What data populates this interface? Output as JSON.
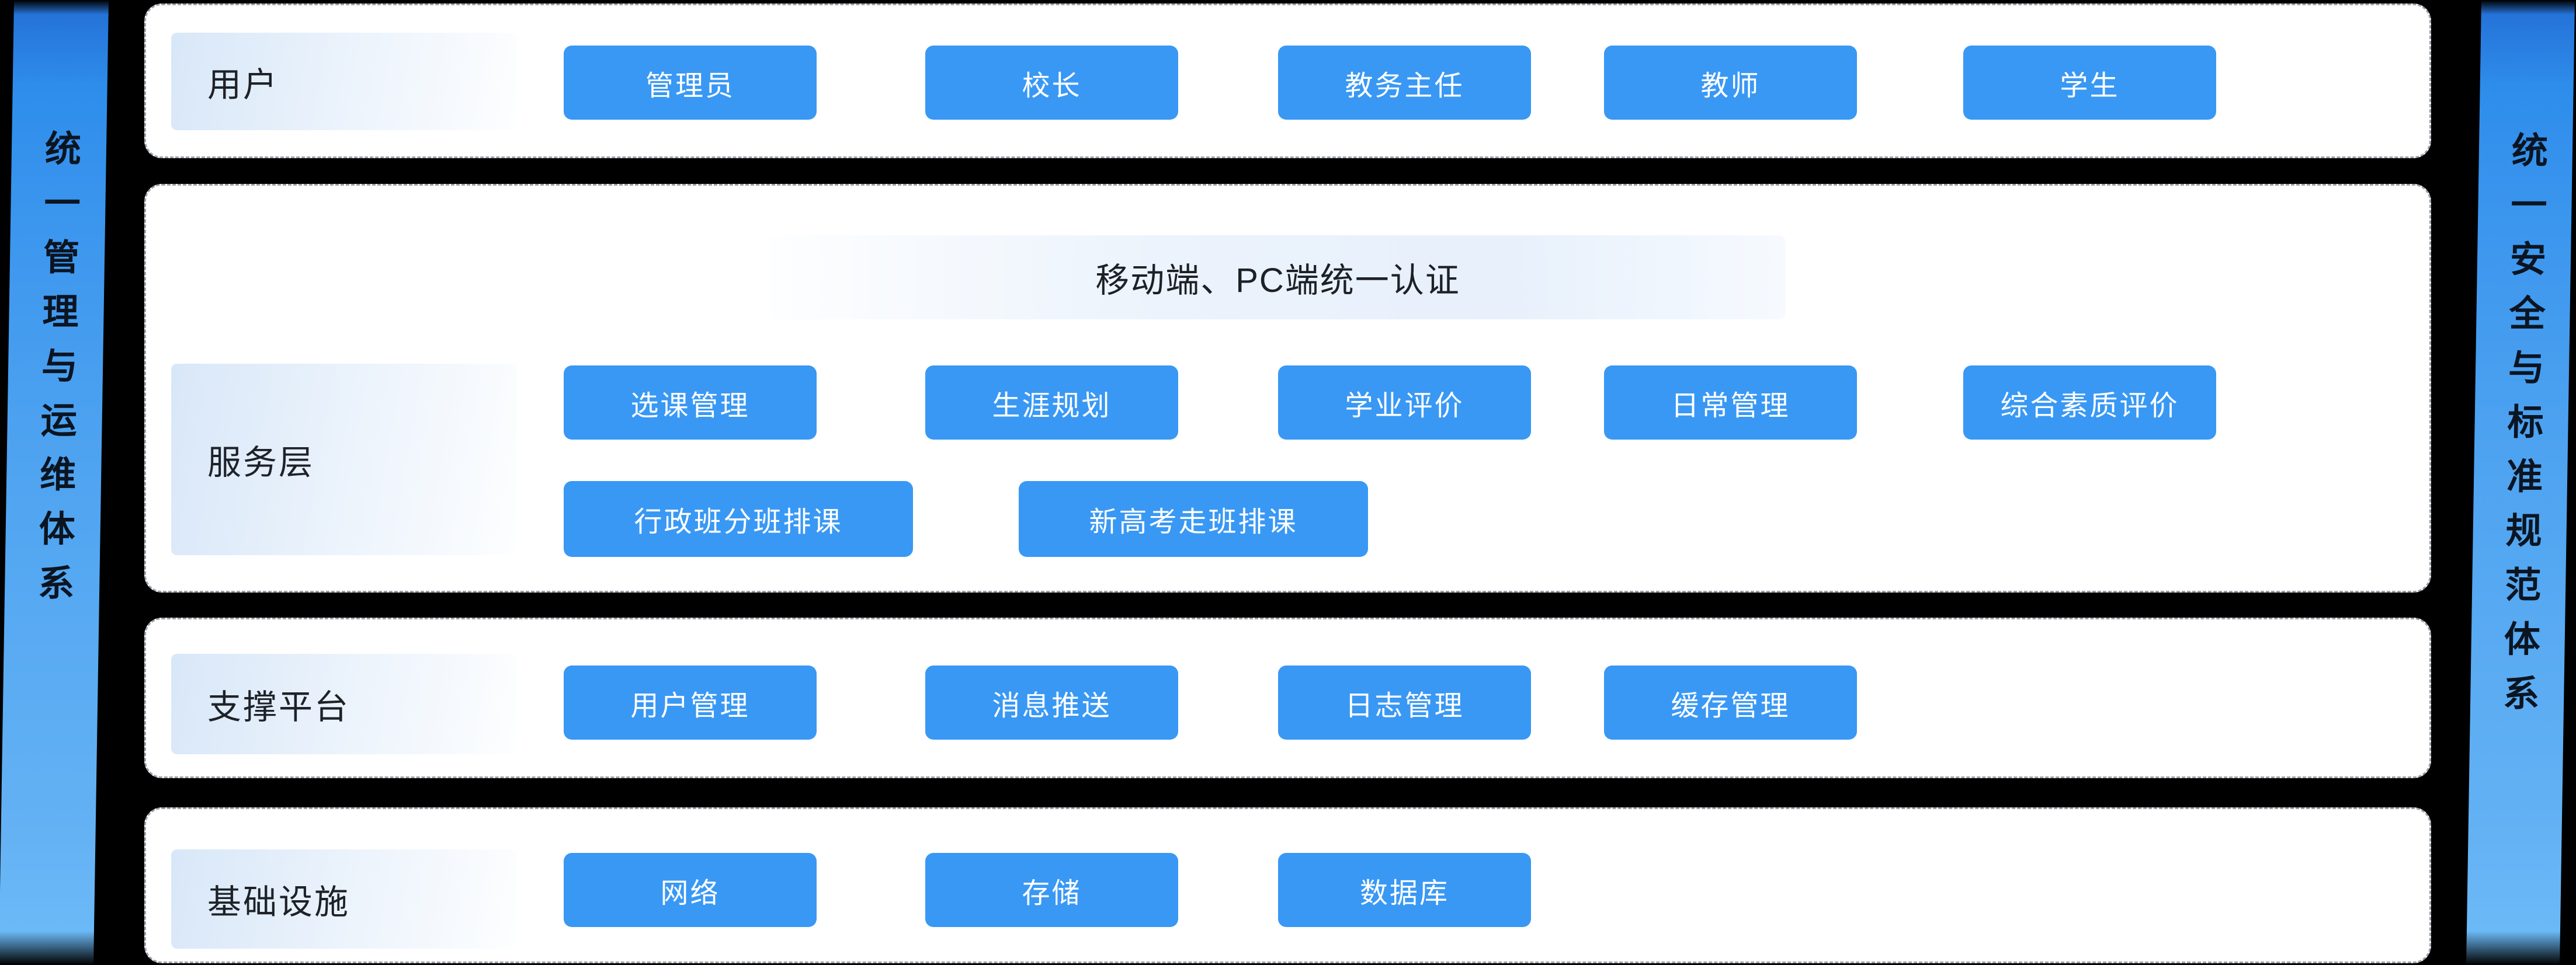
{
  "page": {
    "background": "#000000"
  },
  "colors": {
    "chip_blue": "#3998F4",
    "ribbon_blue_top": "#2E8DEB",
    "ribbon_blue_bottom": "#6BB9F6",
    "ribbon_text": "#0B1522",
    "panel_border": "#9BA1A8",
    "panel_background": "#FFFFFF",
    "label_gradient_start": "#D8E7F8",
    "banner_gradient_mid": "#E7F0FB",
    "text_dark": "#1E2228"
  },
  "left_ribbon": {
    "text": "统一管理与运维体系"
  },
  "right_ribbon": {
    "text": "统一安全与标准规范体系"
  },
  "layers": [
    {
      "label": "用户",
      "buttons": [
        "管理员",
        "校长",
        "教务主任",
        "教师",
        "学生"
      ]
    },
    {
      "label": "服务层",
      "banner": "移动端、PC端统一认证",
      "buttons": [
        "选课管理",
        "生涯规划",
        "学业评价",
        "日常管理",
        "综合素质评价"
      ],
      "buttons_row2": [
        "行政班分班排课",
        "新高考走班排课"
      ]
    },
    {
      "label": "支撑平台",
      "buttons": [
        "用户管理",
        "消息推送",
        "日志管理",
        "缓存管理"
      ]
    },
    {
      "label": "基础设施",
      "buttons": [
        "网络",
        "存储",
        "数据库"
      ]
    }
  ]
}
